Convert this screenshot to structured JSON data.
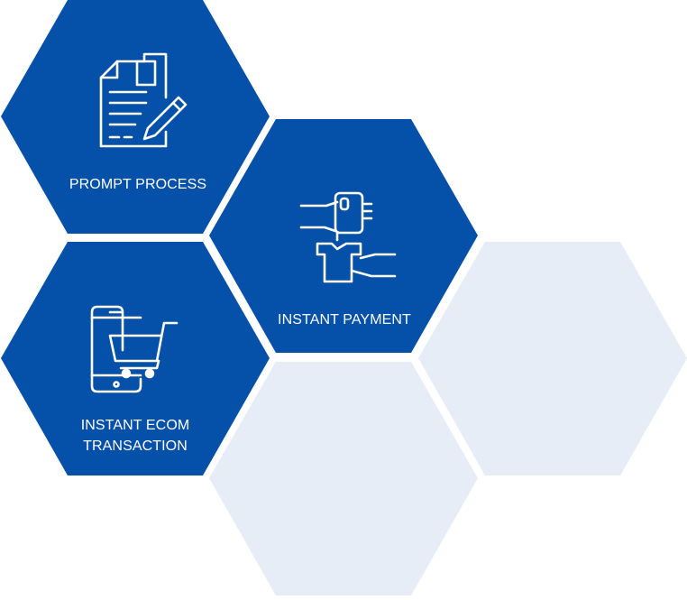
{
  "colors": {
    "primary": "#0550a8",
    "light": "#e6edf7",
    "icon": "#ffffff"
  },
  "tiles": {
    "prompt_process": {
      "label": "PROMPT PROCESS",
      "icon": "document-pencil-icon"
    },
    "instant_payment": {
      "label": "INSTANT PAYMENT",
      "icon": "card-payment-hands-icon"
    },
    "instant_ecom": {
      "label_line1": "INSTANT ECOM",
      "label_line2": "TRANSACTION",
      "icon": "phone-cart-icon"
    }
  }
}
